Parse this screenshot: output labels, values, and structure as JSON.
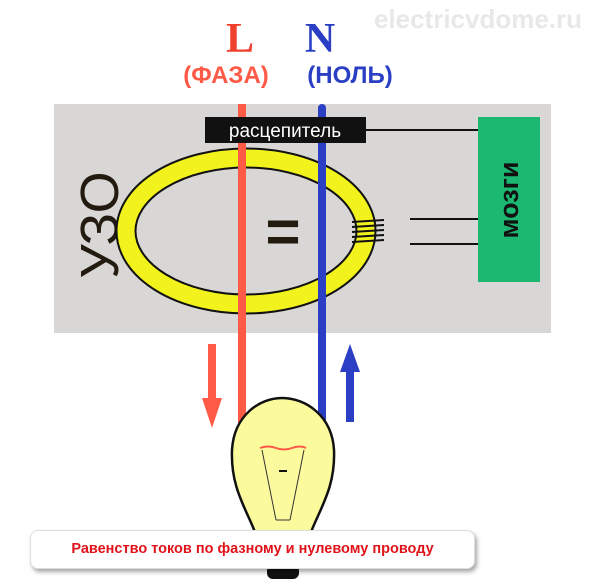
{
  "watermark": "electricvdome.ru",
  "phase": {
    "letter": "L",
    "label": "(ФАЗА)",
    "color": "#ff5a46"
  },
  "neutral": {
    "letter": "N",
    "label": "(НОЛЬ)",
    "color": "#2a3fc4"
  },
  "device_label": "УЗО",
  "trip_label": "расцепитель",
  "brain_label": "мозги",
  "equal_sign": "=",
  "caption": "Равенство токов по фазному и нулевому проводу"
}
